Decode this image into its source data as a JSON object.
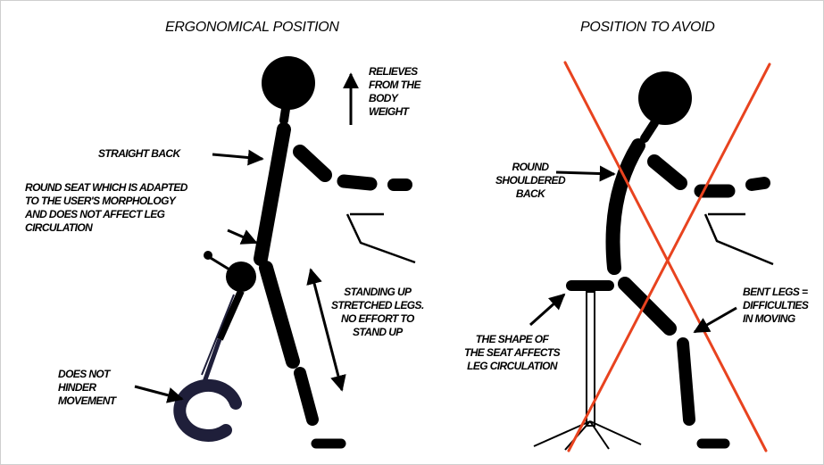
{
  "panels": {
    "left": {
      "title": "ERGONOMICAL POSITION"
    },
    "right": {
      "title": "POSITION TO AVOID"
    }
  },
  "labels": {
    "relieves": [
      "RELIEVES",
      "FROM THE",
      "BODY",
      "WEIGHT"
    ],
    "straight_back": [
      "STRAIGHT BACK"
    ],
    "round_seat": [
      "ROUND SEAT WHICH IS ADAPTED",
      "TO THE USER'S MORPHOLOGY",
      "AND DOES NOT AFFECT LEG",
      "CIRCULATION"
    ],
    "standing_up": [
      "STANDING UP",
      "STRETCHED LEGS.",
      "NO EFFORT TO",
      "STAND UP"
    ],
    "does_not_hinder": [
      "DOES NOT",
      "HINDER",
      "MOVEMENT"
    ],
    "round_shouldered": [
      "ROUND",
      "SHOULDERED",
      "BACK"
    ],
    "shape_of_seat": [
      "THE SHAPE OF",
      "THE SEAT AFFECTS",
      "LEG CIRCULATION"
    ],
    "bent_legs": [
      "BENT LEGS =",
      "DIFFICULTIES",
      "IN MOVING"
    ]
  },
  "colors": {
    "figure": "#000000",
    "saddle_seat": "#1f1f3a",
    "cross": "#e8431f"
  }
}
